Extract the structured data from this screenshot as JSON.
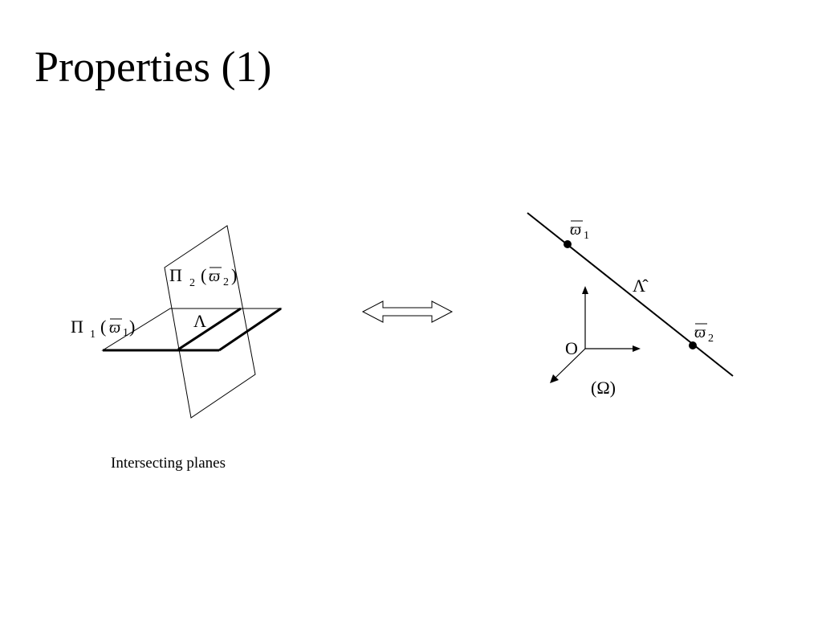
{
  "slide": {
    "title": "Properties (1)"
  },
  "left_figure": {
    "plane1": {
      "pi": "Π",
      "index": "1",
      "open": "(",
      "omega": "ϖ",
      "sub": "1",
      "close": ")"
    },
    "plane2": {
      "pi": "Π",
      "index": "2",
      "open": "(",
      "omega": "ϖ",
      "sub": "2",
      "close": ")"
    },
    "line_label": "Λ",
    "caption": "Intersecting planes"
  },
  "right_figure": {
    "point1": {
      "omega": "ϖ",
      "sub": "1"
    },
    "point2": {
      "omega": "ϖ",
      "sub": "2"
    },
    "line_label": "Λ̂",
    "origin_label": "O",
    "space_label": "(Ω)"
  },
  "equivalence_icon": "double-headed-arrow-icon"
}
